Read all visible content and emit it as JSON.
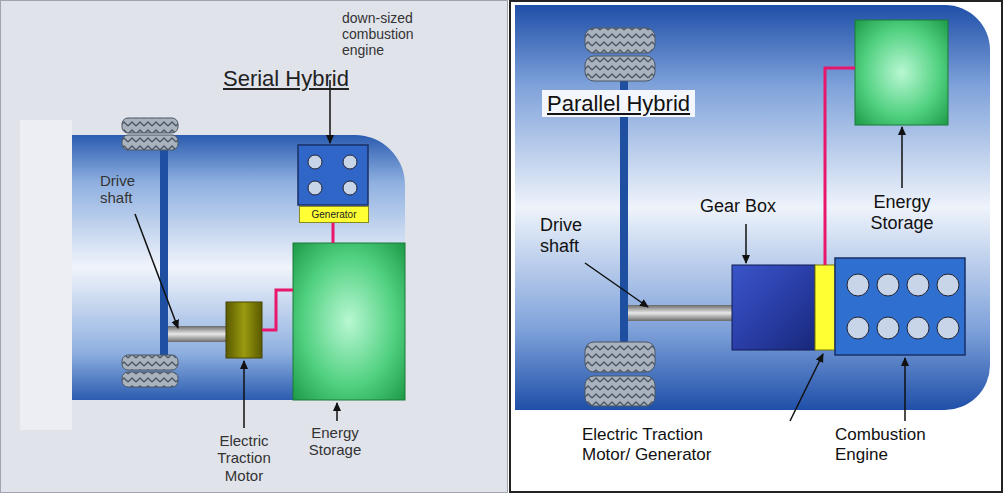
{
  "diagram": {
    "nodes": [
      {
        "text": [
          "Serial Hybrid"
        ]
      },
      {
        "text": [
          "Generator"
        ],
        "in": 0
      },
      {
        "text": [
          "Parallel Hybrid"
        ]
      }
    ],
    "labels": [
      "down-sized combustion engine",
      "Drive shaft",
      "Electric Traction Motor",
      "Energy Storage",
      "Drive shaft",
      "Gear Box",
      "Energy Storage",
      "Electric Traction Motor/ Generator",
      "Combustion Engine"
    ]
  }
}
